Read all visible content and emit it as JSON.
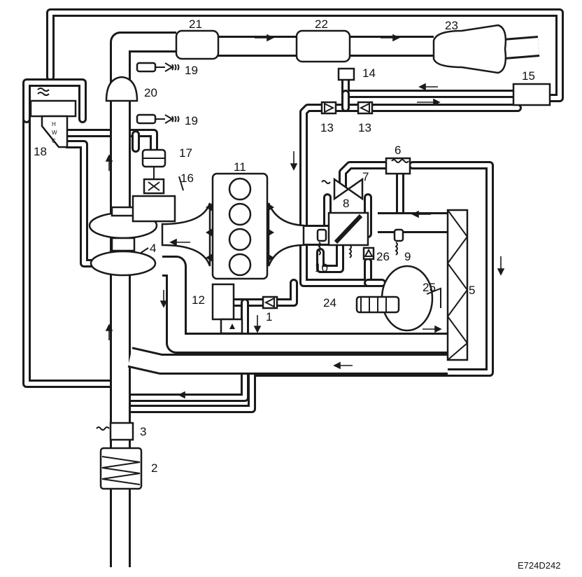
{
  "labels": {
    "l1": "1",
    "l2": "2",
    "l3": "3",
    "l4": "4",
    "l5": "5",
    "l6": "6",
    "l7": "7",
    "l8": "8",
    "l9": "9",
    "l10": "10",
    "l11": "11",
    "l12": "12",
    "l13a": "13",
    "l13b": "13",
    "l14": "14",
    "l15": "15",
    "l16": "16",
    "l17": "17",
    "l18": "18",
    "l19a": "19",
    "l19b": "19",
    "l20": "20",
    "l21": "21",
    "l22": "22",
    "l23": "23",
    "l24": "24",
    "l25": "25",
    "l26": "26"
  },
  "marks": {
    "m_h": "H",
    "m_w": "W",
    "m_c": "C"
  },
  "reference": "E724D242"
}
